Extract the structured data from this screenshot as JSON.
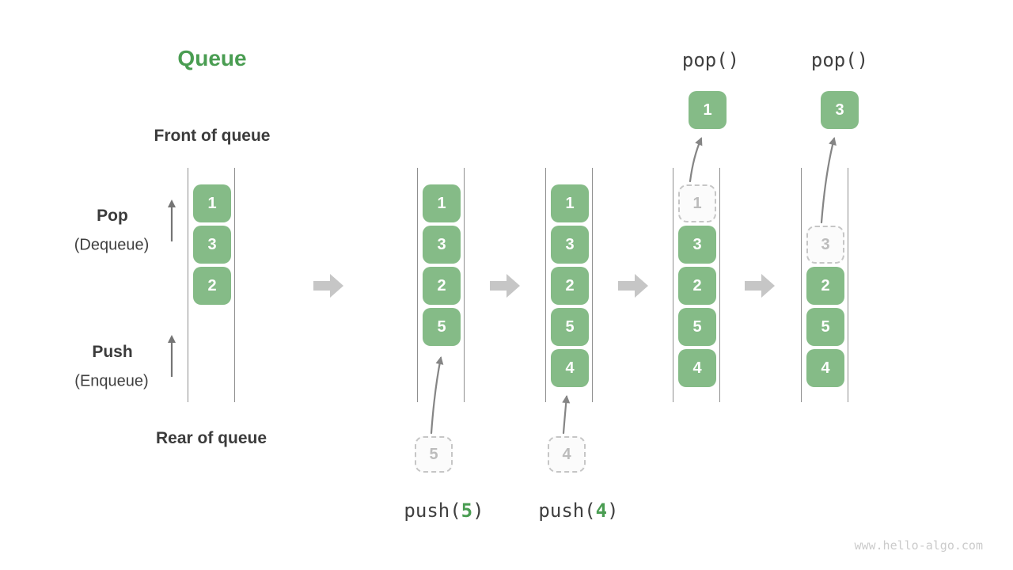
{
  "title": "Queue",
  "watermark": "www.hello-algo.com",
  "side_labels": {
    "front": "Front of queue",
    "rear": "Rear of queue",
    "pop": "Pop",
    "pop_sub": "(Dequeue)",
    "push": "Push",
    "push_sub": "(Enqueue)"
  },
  "colors": {
    "item_green": "#85bb87",
    "accent_green": "#4a9d52",
    "flow_arrow_gray": "#c6c6c6",
    "curve_arrow_gray": "#858585",
    "rail_gray": "#8f8f8f",
    "text_dark": "#3b3b3b",
    "ghost_border": "#c6c6c6",
    "ghost_text": "#bcbcbc",
    "watermark_gray": "#cbcbcb"
  },
  "columns": [
    {
      "cells": [
        "1",
        "3",
        "2"
      ]
    },
    {
      "cells": [
        "1",
        "3",
        "2",
        "5"
      ],
      "incoming": "5",
      "op": {
        "prefix": "push(",
        "arg": "5",
        "suffix": ")"
      }
    },
    {
      "cells": [
        "1",
        "3",
        "2",
        "5",
        "4"
      ],
      "incoming": "4",
      "op": {
        "prefix": "push(",
        "arg": "4",
        "suffix": ")"
      }
    },
    {
      "ghost": "1",
      "cells": [
        "3",
        "2",
        "5",
        "4"
      ],
      "popped": "1",
      "op_label": "pop()"
    },
    {
      "ghost": "3",
      "cells": [
        "2",
        "5",
        "4"
      ],
      "popped": "3",
      "op_label": "pop()"
    }
  ]
}
